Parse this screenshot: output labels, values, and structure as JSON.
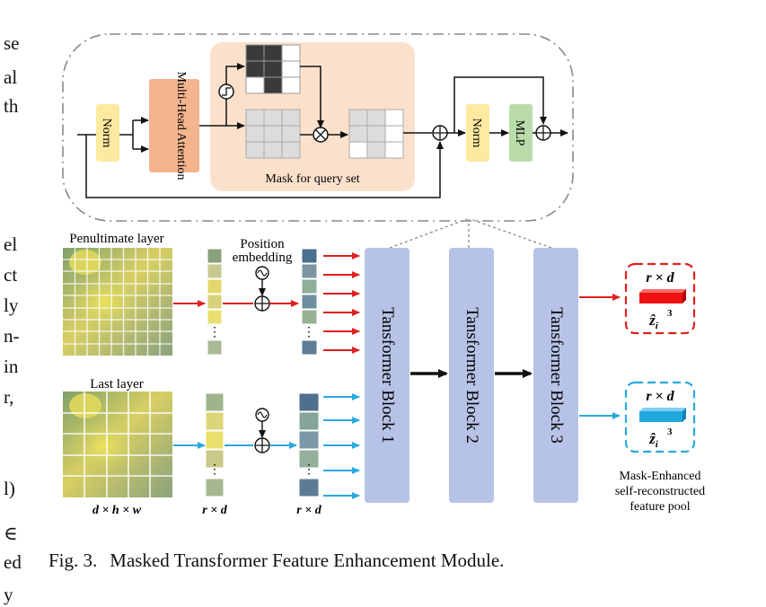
{
  "left_text_fragments": [
    "se",
    "al",
    "th",
    "el",
    "ct",
    "ly",
    "n-",
    "in",
    "r,",
    "l)",
    "∈",
    "ed",
    "y"
  ],
  "figure": {
    "top_block": {
      "norm1": "Norm",
      "attention": "Multi-Head Attention",
      "mask_label": "Mask for query set",
      "norm2": "Norm",
      "mlp": "MLP"
    },
    "left_inputs": {
      "penultimate_label": "Penultimate layer",
      "last_label": "Last layer",
      "position_embedding": "Position embedding",
      "dims_image": "d × h × w",
      "dims_tokens_1": "r × d",
      "dims_tokens_2": "r × d",
      "ellipsis": "⋮"
    },
    "blocks": [
      "Tansformer Block 1",
      "Tansformer Block 2",
      "Tansformer Block 3"
    ],
    "outputs": {
      "dim_red": "r × d",
      "dim_blue": "r × d",
      "z_hat": "ẑ",
      "z_sub": "i",
      "z_sup": "3",
      "pool_label_lines": [
        "Mask-Enhanced",
        "self-reconstructed",
        "feature pool"
      ]
    },
    "colors": {
      "red_arrow": "#e02020",
      "blue_arrow": "#2aa9df",
      "block_fill": "#b6c3e6",
      "mask_bg": "#fbe1cc",
      "norm_fill": "#fde9a0",
      "attn_fill": "#f4b48e",
      "mlp_fill": "#b9dcaa"
    }
  },
  "caption": {
    "label": "Fig. 3.",
    "text": "Masked Transformer Feature Enhancement Module."
  }
}
